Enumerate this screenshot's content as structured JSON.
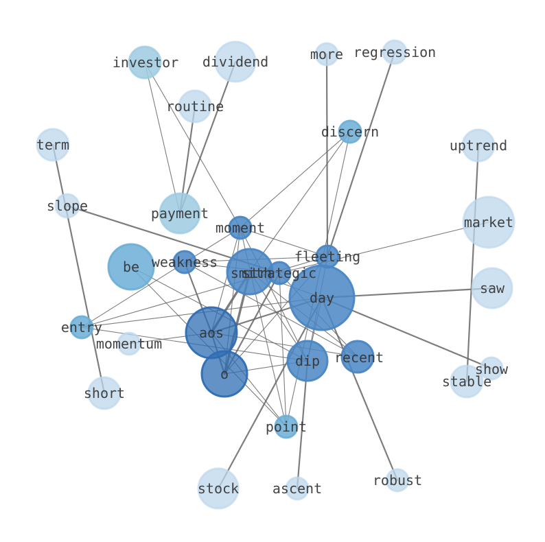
{
  "diagram": {
    "type": "network-graph",
    "colors": {
      "level1": "#bdd7ec",
      "level2": "#9ecae1",
      "level3": "#6baed6",
      "level4": "#4a86c3",
      "level5": "#2f6db3",
      "edge": "#666666",
      "label": "#333333"
    },
    "nodes": [
      {
        "id": "investor",
        "label": "investor",
        "level": 2
      },
      {
        "id": "dividend",
        "label": "dividend",
        "level": 1
      },
      {
        "id": "more",
        "label": "more",
        "level": 1
      },
      {
        "id": "regression",
        "label": "regression",
        "level": 1
      },
      {
        "id": "routine",
        "label": "routine",
        "level": 1
      },
      {
        "id": "discern",
        "label": "discern",
        "level": 3
      },
      {
        "id": "term",
        "label": "term",
        "level": 1
      },
      {
        "id": "uptrend",
        "label": "uptrend",
        "level": 1
      },
      {
        "id": "slope",
        "label": "slope",
        "level": 1
      },
      {
        "id": "payment",
        "label": "payment",
        "level": 2
      },
      {
        "id": "market",
        "label": "market",
        "level": 1
      },
      {
        "id": "moment",
        "label": "moment",
        "level": 4
      },
      {
        "id": "fleeting",
        "label": "fleeting",
        "level": 4
      },
      {
        "id": "be",
        "label": "be",
        "level": 3
      },
      {
        "id": "weakness",
        "label": "weakness",
        "level": 4
      },
      {
        "id": "smith",
        "label": "smith",
        "level": 4
      },
      {
        "id": "strategic",
        "label": "strategic",
        "level": 4
      },
      {
        "id": "day",
        "label": "day",
        "level": 4
      },
      {
        "id": "saw",
        "label": "saw",
        "level": 1
      },
      {
        "id": "entry",
        "label": "entry",
        "level": 3
      },
      {
        "id": "momentum",
        "label": "momentum",
        "level": 1
      },
      {
        "id": "aos",
        "label": "aos",
        "level": 5
      },
      {
        "id": "dip",
        "label": "dip",
        "level": 4
      },
      {
        "id": "recent",
        "label": "recent",
        "level": 4
      },
      {
        "id": "show",
        "label": "show",
        "level": 1
      },
      {
        "id": "stable",
        "label": "stable",
        "level": 1
      },
      {
        "id": "o",
        "label": "o",
        "level": 5
      },
      {
        "id": "short",
        "label": "short",
        "level": 1
      },
      {
        "id": "point",
        "label": "point",
        "level": 3
      },
      {
        "id": "robust",
        "label": "robust",
        "level": 1
      },
      {
        "id": "stock",
        "label": "stock",
        "level": 1
      },
      {
        "id": "ascent",
        "label": "ascent",
        "level": 1
      }
    ],
    "edges": [
      {
        "source": "dividend",
        "target": "payment",
        "weight": 2
      },
      {
        "source": "routine",
        "target": "payment",
        "weight": 2
      },
      {
        "source": "investor",
        "target": "payment",
        "weight": 1
      },
      {
        "source": "investor",
        "target": "moment",
        "weight": 1
      },
      {
        "source": "more",
        "target": "fleeting",
        "weight": 2
      },
      {
        "source": "regression",
        "target": "fleeting",
        "weight": 2
      },
      {
        "source": "discern",
        "target": "moment",
        "weight": 1
      },
      {
        "source": "discern",
        "target": "smith",
        "weight": 1
      },
      {
        "source": "discern",
        "target": "point",
        "weight": 1
      },
      {
        "source": "term",
        "target": "short",
        "weight": 2
      },
      {
        "source": "uptrend",
        "target": "stable",
        "weight": 2
      },
      {
        "source": "slope",
        "target": "strategic",
        "weight": 2
      },
      {
        "source": "market",
        "target": "strategic",
        "weight": 1
      },
      {
        "source": "moment",
        "target": "entry",
        "weight": 1
      },
      {
        "source": "moment",
        "target": "aos",
        "weight": 1
      },
      {
        "source": "moment",
        "target": "o",
        "weight": 1
      },
      {
        "source": "moment",
        "target": "dip",
        "weight": 1
      },
      {
        "source": "moment",
        "target": "fleeting",
        "weight": 1
      },
      {
        "source": "moment",
        "target": "point",
        "weight": 1
      },
      {
        "source": "fleeting",
        "target": "weakness",
        "weight": 1
      },
      {
        "source": "fleeting",
        "target": "o",
        "weight": 1
      },
      {
        "source": "fleeting",
        "target": "dip",
        "weight": 1
      },
      {
        "source": "fleeting",
        "target": "entry",
        "weight": 1
      },
      {
        "source": "weakness",
        "target": "strategic",
        "weight": 1
      },
      {
        "source": "weakness",
        "target": "aos",
        "weight": 2
      },
      {
        "source": "weakness",
        "target": "recent",
        "weight": 1
      },
      {
        "source": "be",
        "target": "dip",
        "weight": 1
      },
      {
        "source": "be",
        "target": "point",
        "weight": 1
      },
      {
        "source": "smith",
        "target": "aos",
        "weight": 3
      },
      {
        "source": "smith",
        "target": "o",
        "weight": 3
      },
      {
        "source": "smith",
        "target": "dip",
        "weight": 1
      },
      {
        "source": "smith",
        "target": "recent",
        "weight": 1
      },
      {
        "source": "smith",
        "target": "day",
        "weight": 1
      },
      {
        "source": "strategic",
        "target": "o",
        "weight": 2
      },
      {
        "source": "strategic",
        "target": "recent",
        "weight": 1
      },
      {
        "source": "strategic",
        "target": "point",
        "weight": 1
      },
      {
        "source": "day",
        "target": "saw",
        "weight": 2
      },
      {
        "source": "day",
        "target": "show",
        "weight": 2
      },
      {
        "source": "day",
        "target": "robust",
        "weight": 2
      },
      {
        "source": "day",
        "target": "aos",
        "weight": 2
      },
      {
        "source": "day",
        "target": "dip",
        "weight": 1
      },
      {
        "source": "day",
        "target": "entry",
        "weight": 1
      },
      {
        "source": "day",
        "target": "stock",
        "weight": 2
      },
      {
        "source": "dip",
        "target": "o",
        "weight": 1
      },
      {
        "source": "dip",
        "target": "ascent",
        "weight": 2
      },
      {
        "source": "aos",
        "target": "o",
        "weight": 2
      },
      {
        "source": "aos",
        "target": "recent",
        "weight": 1
      },
      {
        "source": "aos",
        "target": "point",
        "weight": 1
      },
      {
        "source": "entry",
        "target": "dip",
        "weight": 1
      },
      {
        "source": "momentum",
        "target": "aos",
        "weight": 1
      }
    ]
  }
}
